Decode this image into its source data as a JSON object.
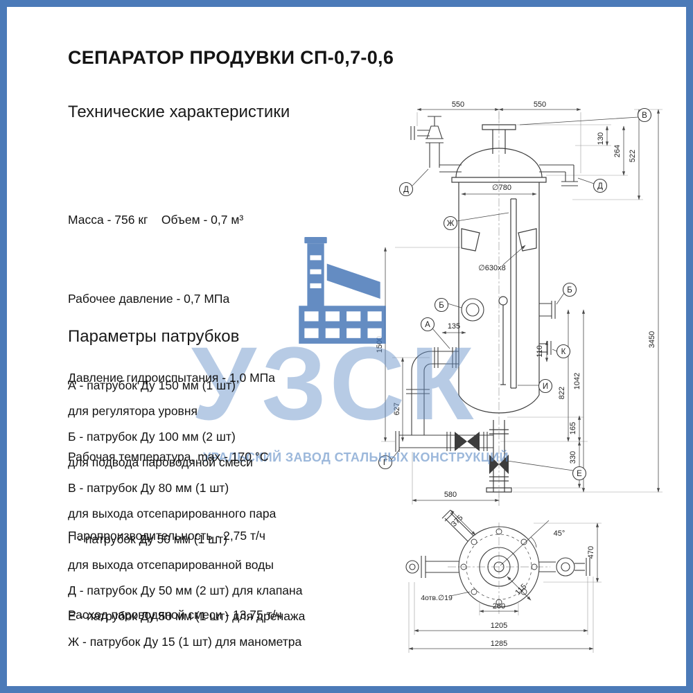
{
  "title": "СЕПАРАТОР ПРОДУВКИ СП-0,7-0,6",
  "colors": {
    "border": "#4b7ab8",
    "watermark": "#6e96c8",
    "icon": "#3e70b4"
  },
  "watermark": {
    "abbr": "УЗСК",
    "subtitle": "УРАЛЬСКИЙ ЗАВОД СТАЛЬНЫХ КОНСТРУКЦИЙ"
  },
  "specs": {
    "title": "Технические характеристики",
    "lines": [
      "Масса - 756 кг    Объем - 0,7 м³",
      "Рабочее давление - 0,7 МПа",
      "Давление гидроиспытания - 1,0 МПа",
      "Рабочая температура, max - 170 °С",
      "Паропроизводительность - 2,75 т/ч",
      "Расход пароводяной смеси - 13,75 т/ч"
    ]
  },
  "nozzles": {
    "title": "Параметры патрубков",
    "lines": [
      "А - патрубок Ду 150 мм (1 шт)",
      "для регулятора уровня",
      "Б - патрубок Ду 100 мм (2 шт)",
      "для подвода пароводяной смеси",
      "В - патрубок Ду 80 мм (1 шт)",
      "для выхода отсепарированного пара",
      "Г - патрубок Ду 50 мм (1 шт)",
      "для выхода отсепарированной воды",
      "Д - патрубок Ду 50 мм (2 шт) для клапана",
      "Е - патрубок Ду 50 мм (1 шт) для дренажа",
      "Ж - патрубок Ду 15 (1 шт) для манометра"
    ]
  },
  "drawing": {
    "dims": {
      "top_left": "550",
      "top_right": "550",
      "d130": "130",
      "d264": "264",
      "d522": "522",
      "d3450": "3450",
      "dia780": "∅780",
      "dia630": "∅630х8",
      "d1500": "1500",
      "d135": "135",
      "d110": "110",
      "d822": "822",
      "d1042": "1042",
      "d165": "165",
      "d330": "330",
      "d627": "627",
      "d580": "580",
      "d375": "375",
      "a45": "45°",
      "d470": "470",
      "d115": "115",
      "d260": "260",
      "d1205": "1205",
      "d1285": "1285",
      "holes": "4отв.∅19"
    },
    "callouts": {
      "a": "А",
      "b": "Б",
      "v": "В",
      "g": "Г",
      "d": "Д",
      "e": "Е",
      "zh": "Ж",
      "i": "И",
      "k": "К"
    }
  }
}
